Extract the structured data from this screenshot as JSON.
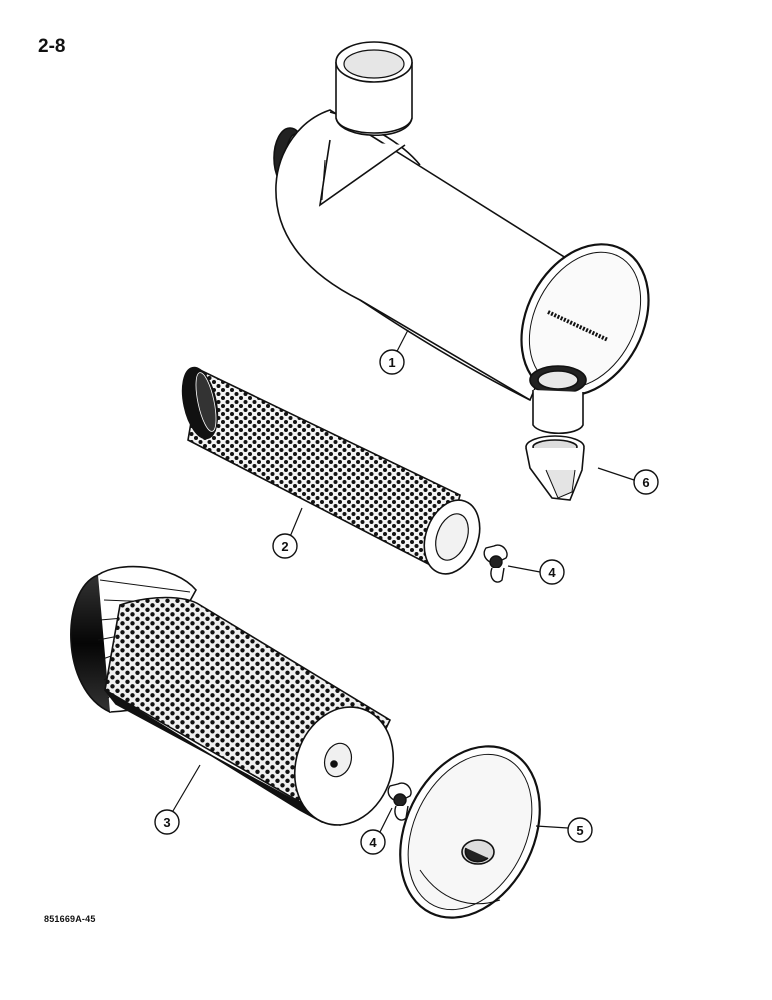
{
  "page": {
    "number": "2-8",
    "figure_code": "851669A-45"
  },
  "callouts": [
    {
      "id": "callout-1",
      "label": "1"
    },
    {
      "id": "callout-2",
      "label": "2"
    },
    {
      "id": "callout-3",
      "label": "3"
    },
    {
      "id": "callout-4a",
      "label": "4"
    },
    {
      "id": "callout-4b",
      "label": "4"
    },
    {
      "id": "callout-5",
      "label": "5"
    },
    {
      "id": "callout-6",
      "label": "6"
    }
  ]
}
